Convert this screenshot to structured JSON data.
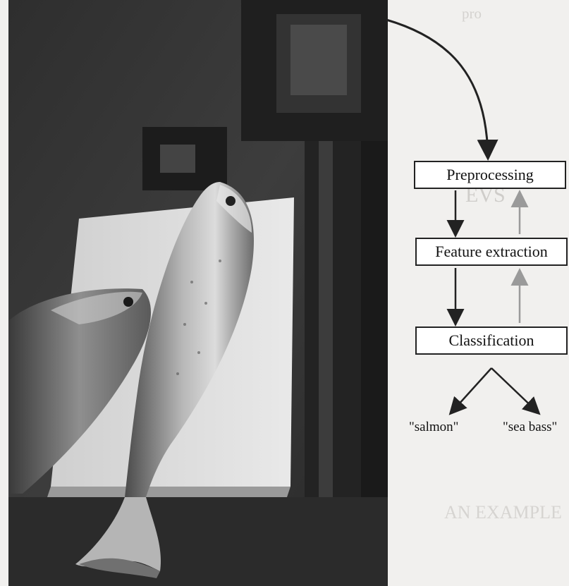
{
  "diagram": {
    "stages": {
      "preprocessing": "Preprocessing",
      "feature_extraction": "Feature extraction",
      "classification": "Classification"
    },
    "outputs": {
      "salmon": "\"salmon\"",
      "sea_bass": "\"sea bass\""
    }
  },
  "colors": {
    "forward_arrow": "#222222",
    "feedback_arrow": "#9a9a9a",
    "box_border": "#222222",
    "photo_bg": "#3a3a3a"
  }
}
